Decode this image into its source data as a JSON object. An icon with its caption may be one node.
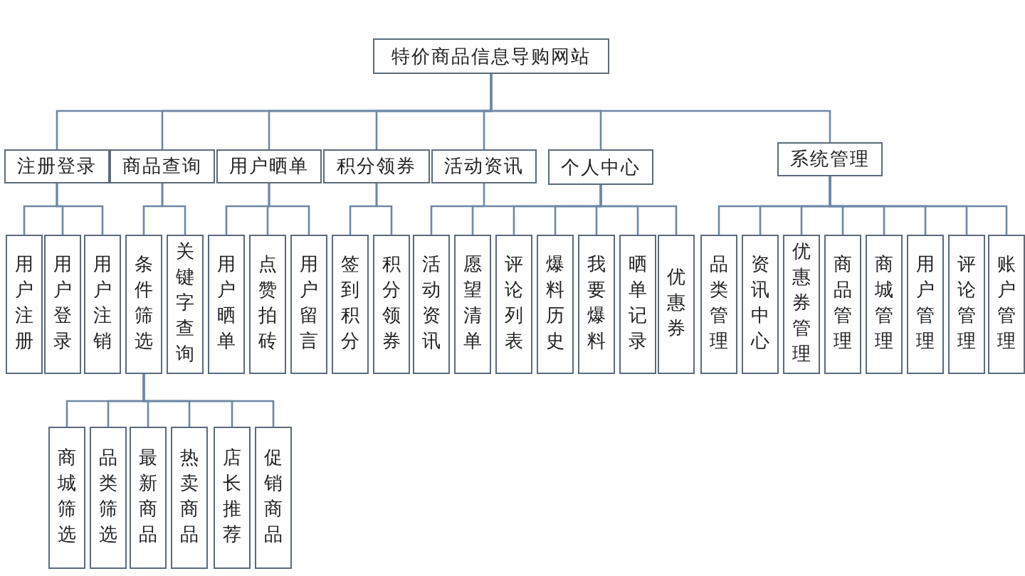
{
  "diagram": {
    "nodes": [
      {
        "text": [
          "特价商品信息导购网站"
        ]
      },
      {
        "text": [
          "注册登录"
        ]
      },
      {
        "text": [
          "商品查询"
        ]
      },
      {
        "text": [
          "用户晒单"
        ]
      },
      {
        "text": [
          "积分领券"
        ]
      },
      {
        "text": [
          "活动资讯"
        ]
      },
      {
        "text": [
          "个人中心"
        ]
      },
      {
        "text": [
          "系统管理"
        ]
      },
      {
        "text": [
          "用户注册"
        ]
      },
      {
        "text": [
          "用户登录"
        ]
      },
      {
        "text": [
          "用户注销"
        ]
      },
      {
        "text": [
          "条件筛选"
        ]
      },
      {
        "text": [
          "关键字查询"
        ]
      },
      {
        "text": [
          "用户晒单"
        ]
      },
      {
        "text": [
          "点赞拍砖"
        ]
      },
      {
        "text": [
          "用户留言"
        ]
      },
      {
        "text": [
          "签到积分"
        ]
      },
      {
        "text": [
          "积分领券"
        ]
      },
      {
        "text": [
          "活动资讯"
        ]
      },
      {
        "text": [
          "愿望清单"
        ]
      },
      {
        "text": [
          "评论列表"
        ]
      },
      {
        "text": [
          "爆料历史"
        ]
      },
      {
        "text": [
          "我要爆料"
        ]
      },
      {
        "text": [
          "晒单记录"
        ]
      },
      {
        "text": [
          "优惠券"
        ]
      },
      {
        "text": [
          "品类管理"
        ]
      },
      {
        "text": [
          "资讯中心"
        ]
      },
      {
        "text": [
          "优惠券管理"
        ]
      },
      {
        "text": [
          "商品管理"
        ]
      },
      {
        "text": [
          "商城管理"
        ]
      },
      {
        "text": [
          "用户管理"
        ]
      },
      {
        "text": [
          "评论管理"
        ]
      },
      {
        "text": [
          "账户管理"
        ]
      },
      {
        "text": [
          "商城筛选"
        ]
      },
      {
        "text": [
          "品类筛选"
        ]
      },
      {
        "text": [
          "最新商品"
        ]
      },
      {
        "text": [
          "热卖商品"
        ]
      },
      {
        "text": [
          "店长推荐"
        ]
      },
      {
        "text": [
          "促销商品"
        ]
      }
    ],
    "edges": [
      {
        "from": 0,
        "to": 1,
        "arrow": "none"
      },
      {
        "from": 0,
        "to": 2,
        "arrow": "none"
      },
      {
        "from": 0,
        "to": 3,
        "arrow": "none"
      },
      {
        "from": 0,
        "to": 4,
        "arrow": "none"
      },
      {
        "from": 0,
        "to": 5,
        "arrow": "none"
      },
      {
        "from": 0,
        "to": 6,
        "arrow": "none"
      },
      {
        "from": 0,
        "to": 7,
        "arrow": "none"
      },
      {
        "from": 1,
        "to": 8,
        "arrow": "none"
      },
      {
        "from": 1,
        "to": 9,
        "arrow": "none"
      },
      {
        "from": 1,
        "to": 10,
        "arrow": "none"
      },
      {
        "from": 2,
        "to": 11,
        "arrow": "none"
      },
      {
        "from": 2,
        "to": 12,
        "arrow": "none"
      },
      {
        "from": 3,
        "to": 13,
        "arrow": "none"
      },
      {
        "from": 3,
        "to": 14,
        "arrow": "none"
      },
      {
        "from": 3,
        "to": 15,
        "arrow": "none"
      },
      {
        "from": 4,
        "to": 16,
        "arrow": "none"
      },
      {
        "from": 4,
        "to": 17,
        "arrow": "none"
      },
      {
        "from": 5,
        "to": 18,
        "arrow": "none"
      },
      {
        "from": 6,
        "to": 19,
        "arrow": "none"
      },
      {
        "from": 6,
        "to": 20,
        "arrow": "none"
      },
      {
        "from": 6,
        "to": 21,
        "arrow": "none"
      },
      {
        "from": 6,
        "to": 22,
        "arrow": "none"
      },
      {
        "from": 6,
        "to": 23,
        "arrow": "none"
      },
      {
        "from": 6,
        "to": 24,
        "arrow": "none"
      },
      {
        "from": 7,
        "to": 25,
        "arrow": "none"
      },
      {
        "from": 7,
        "to": 26,
        "arrow": "none"
      },
      {
        "from": 7,
        "to": 27,
        "arrow": "none"
      },
      {
        "from": 7,
        "to": 28,
        "arrow": "none"
      },
      {
        "from": 7,
        "to": 29,
        "arrow": "none"
      },
      {
        "from": 7,
        "to": 30,
        "arrow": "none"
      },
      {
        "from": 7,
        "to": 31,
        "arrow": "none"
      },
      {
        "from": 7,
        "to": 32,
        "arrow": "none"
      },
      {
        "from": 11,
        "to": 33,
        "arrow": "none"
      },
      {
        "from": 11,
        "to": 34,
        "arrow": "none"
      },
      {
        "from": 11,
        "to": 35,
        "arrow": "none"
      },
      {
        "from": 11,
        "to": 36,
        "arrow": "none"
      },
      {
        "from": 11,
        "to": 37,
        "arrow": "none"
      },
      {
        "from": 11,
        "to": 38,
        "arrow": "none"
      }
    ]
  }
}
